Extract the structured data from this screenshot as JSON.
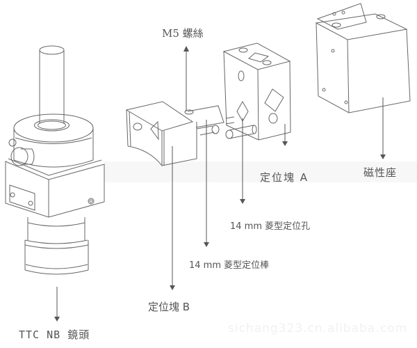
{
  "diagram": {
    "type": "exploded-assembly",
    "components": [
      {
        "id": "m5-screw",
        "label": "M5 螺絲"
      },
      {
        "id": "block-a",
        "label": "定位塊 A"
      },
      {
        "id": "magnetic-base",
        "label": "磁性座"
      },
      {
        "id": "hole-14mm",
        "label": "14 mm 菱型定位孔"
      },
      {
        "id": "pin-14mm",
        "label": "14 mm 菱型定位棒"
      },
      {
        "id": "block-b",
        "label": "定位塊 B"
      },
      {
        "id": "ttc-nb-lens",
        "label": "TTC NB 鏡頭"
      }
    ]
  },
  "watermark": "sichang323.cn.alibaba.com"
}
